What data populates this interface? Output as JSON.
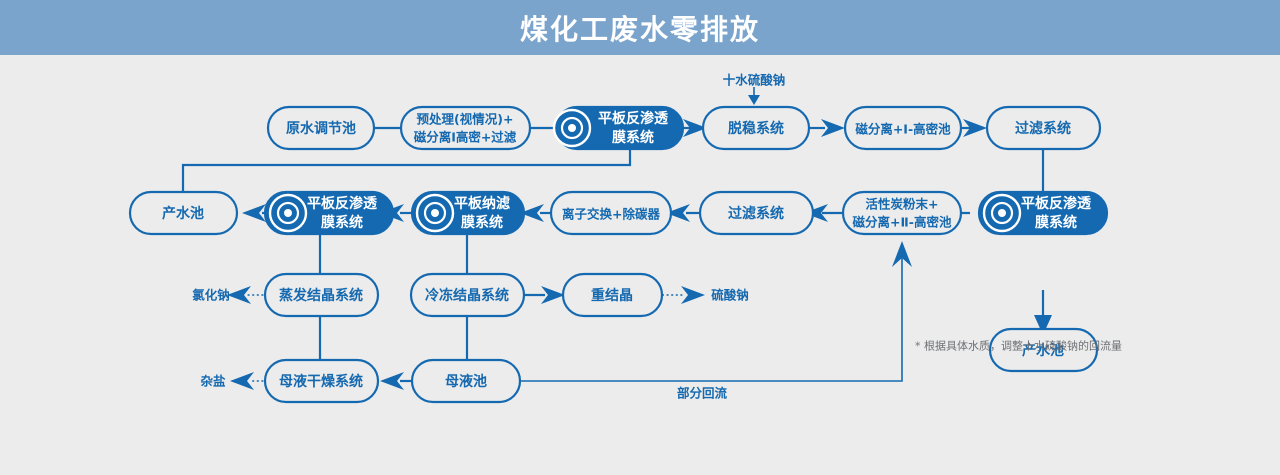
{
  "header": {
    "title": "煤化工废水零排放",
    "bg_color": "#7ba4cc",
    "text_color": "#ffffff"
  },
  "theme": {
    "accent": "#1569b0",
    "background": "#ececec",
    "node_fill_open": "#ececec",
    "node_fill_solid": "#1569b0"
  },
  "nodes": {
    "raw_water_tank": "原水调节池",
    "pretreatment_l1": "预处理(视情况)+",
    "pretreatment_l2": "磁分离Ⅰ高密+过滤",
    "ro_membrane_1_l1": "平板反渗透",
    "ro_membrane_1_l2": "膜系统",
    "destabilization": "脱稳系统",
    "magnetic_sep_1": "磁分离+Ⅰ-高密池",
    "filtration_1": "过滤系统",
    "product_water_1": "产水池",
    "ro_membrane_2_l1": "平板反渗透",
    "ro_membrane_2_l2": "膜系统",
    "nf_membrane_l1": "平板纳滤",
    "nf_membrane_l2": "膜系统",
    "ion_exchange": "离子交换+除碳器",
    "filtration_2": "过滤系统",
    "activated_carbon_l1": "活性炭粉末+",
    "activated_carbon_l2": "磁分离+Ⅱ-高密池",
    "ro_membrane_3_l1": "平板反渗透",
    "ro_membrane_3_l2": "膜系统",
    "product_water_2": "产水池",
    "evaporation_cryst": "蒸发结晶系统",
    "freeze_cryst": "冷冻结晶系统",
    "recrystallization": "重结晶",
    "mother_liquor_dryer": "母液干燥系统",
    "mother_liquor_tank": "母液池"
  },
  "labels": {
    "sodium_sulfate_decahydrate": "十水硫酸钠",
    "sodium_chloride": "氯化钠",
    "sodium_sulfate": "硫酸钠",
    "mixed_salt": "杂盐",
    "partial_reflux": "部分回流",
    "footnote": "* 根据具体水质，调整十水硫酸钠的回流量"
  }
}
